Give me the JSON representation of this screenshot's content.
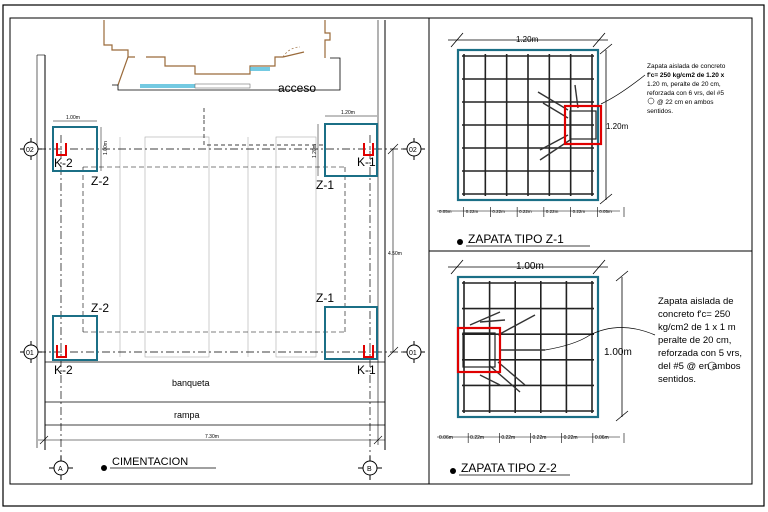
{
  "plan": {
    "title": "CIMENTACION",
    "access_label": "acceso",
    "axis_02": "02",
    "axis_01": "01",
    "axis_a": "A",
    "axis_b": "B",
    "footings": {
      "z2_top": "Z-2",
      "z1_top": "Z-1",
      "z2_bottom": "Z-2",
      "z1_bottom": "Z-1"
    },
    "columns": {
      "k2_top": "K-2",
      "k1_top": "K-1",
      "k2_bottom": "K-2",
      "k1_bottom": "K-1"
    },
    "dims": {
      "top_left_width": "1.00m",
      "top_right_width": "1.20m",
      "left_side": "1.00m",
      "right_side": "1.20m",
      "total_height": "4.50m",
      "total_width": "7.30m"
    },
    "banqueta": "banqueta",
    "rampa": "rampa"
  },
  "detail_z1": {
    "title": "ZAPATA TIPO Z-1",
    "width": "1.20m",
    "height": "1.20m",
    "note_lines": [
      "Zapata aislada de concreto",
      "f'c= 250 kg/cm2 de 1.20 x",
      "1.20 m, peralte de 20 cm,",
      "reforzada con 6 vrs, del #5",
      "@ 22 cm en ambos",
      "sentidos."
    ],
    "spacings": [
      "0.05m",
      "0.22m",
      "0.22m",
      "0.22m",
      "0.22m",
      "0.22m",
      "0.05m"
    ]
  },
  "detail_z2": {
    "title": "ZAPATA TIPO Z-2",
    "width": "1.00m",
    "height": "1.00m",
    "note_lines": [
      "Zapata aislada de",
      "concreto f'c= 250",
      "kg/cm2 de 1 x 1 m",
      "peralte de 20 cm,",
      "reforzada con 5 vrs,",
      "del #5 @ en ambos",
      "sentidos."
    ],
    "spacings": [
      "0.06m",
      "0.22m",
      "0.22m",
      "0.22m",
      "0.22m",
      "0.06m"
    ]
  },
  "colors": {
    "footing_outline": "#1b6f86",
    "column_red": "#e00000",
    "window_cyan": "#39b3d6",
    "door_brown": "#9a6a3a"
  }
}
